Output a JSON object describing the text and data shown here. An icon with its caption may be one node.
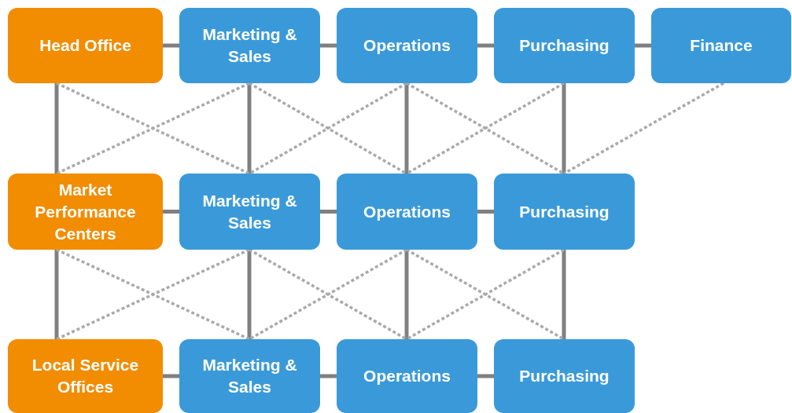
{
  "diagram": {
    "nodes": [
      {
        "text": [
          "Head Office"
        ]
      },
      {
        "text": [
          "Marketing & Sales"
        ]
      },
      {
        "text": [
          "Operations"
        ]
      },
      {
        "text": [
          "Purchasing"
        ]
      },
      {
        "text": [
          "Finance"
        ]
      },
      {
        "text": [
          "Market Performance Centers"
        ]
      },
      {
        "text": [
          "Marketing & Sales"
        ]
      },
      {
        "text": [
          "Operations"
        ]
      },
      {
        "text": [
          "Purchasing"
        ]
      },
      {
        "text": [
          "Local Service Offices"
        ]
      },
      {
        "text": [
          "Marketing & Sales"
        ]
      },
      {
        "text": [
          "Operations"
        ]
      },
      {
        "text": [
          "Purchasing"
        ]
      }
    ],
    "edges": [
      {
        "from": 0,
        "to": 1,
        "arrow": "none"
      },
      {
        "from": 1,
        "to": 2,
        "arrow": "none"
      },
      {
        "from": 2,
        "to": 3,
        "arrow": "none"
      },
      {
        "from": 3,
        "to": 4,
        "arrow": "none"
      },
      {
        "from": 0,
        "to": 5,
        "arrow": "none"
      },
      {
        "from": 1,
        "to": 6,
        "arrow": "none"
      },
      {
        "from": 2,
        "to": 7,
        "arrow": "none"
      },
      {
        "from": 3,
        "to": 8,
        "arrow": "none"
      },
      {
        "from": 0,
        "to": 6,
        "arrow": "none",
        "style": "dashed",
        "color": "#aaaaaa"
      },
      {
        "from": 1,
        "to": 5,
        "arrow": "none",
        "style": "dashed",
        "color": "#aaaaaa"
      },
      {
        "from": 1,
        "to": 7,
        "arrow": "none",
        "style": "dashed",
        "color": "#aaaaaa"
      },
      {
        "from": 2,
        "to": 6,
        "arrow": "none",
        "style": "dashed",
        "color": "#aaaaaa"
      },
      {
        "from": 2,
        "to": 8,
        "arrow": "none",
        "style": "dashed",
        "color": "#aaaaaa"
      },
      {
        "from": 3,
        "to": 7,
        "arrow": "none",
        "style": "dashed",
        "color": "#aaaaaa"
      },
      {
        "from": 4,
        "to": 8,
        "arrow": "none",
        "style": "dashed",
        "color": "#aaaaaa"
      },
      {
        "from": 5,
        "to": 6,
        "arrow": "none"
      },
      {
        "from": 6,
        "to": 7,
        "arrow": "none"
      },
      {
        "from": 7,
        "to": 8,
        "arrow": "none"
      },
      {
        "from": 5,
        "to": 9,
        "arrow": "none"
      },
      {
        "from": 6,
        "to": 10,
        "arrow": "none"
      },
      {
        "from": 7,
        "to": 11,
        "arrow": "none"
      },
      {
        "from": 8,
        "to": 12,
        "arrow": "none"
      },
      {
        "from": 5,
        "to": 10,
        "arrow": "none",
        "style": "dashed",
        "color": "#aaaaaa"
      },
      {
        "from": 6,
        "to": 9,
        "arrow": "none",
        "style": "dashed",
        "color": "#aaaaaa"
      },
      {
        "from": 6,
        "to": 11,
        "arrow": "none",
        "style": "dashed",
        "color": "#aaaaaa"
      },
      {
        "from": 7,
        "to": 10,
        "arrow": "none",
        "style": "dashed",
        "color": "#aaaaaa"
      },
      {
        "from": 7,
        "to": 12,
        "arrow": "none",
        "style": "dashed",
        "color": "#aaaaaa"
      },
      {
        "from": 8,
        "to": 11,
        "arrow": "none",
        "style": "dashed",
        "color": "#aaaaaa"
      },
      {
        "from": 9,
        "to": 10,
        "arrow": "none"
      },
      {
        "from": 10,
        "to": 11,
        "arrow": "none"
      },
      {
        "from": 11,
        "to": 12,
        "arrow": "none"
      }
    ]
  }
}
